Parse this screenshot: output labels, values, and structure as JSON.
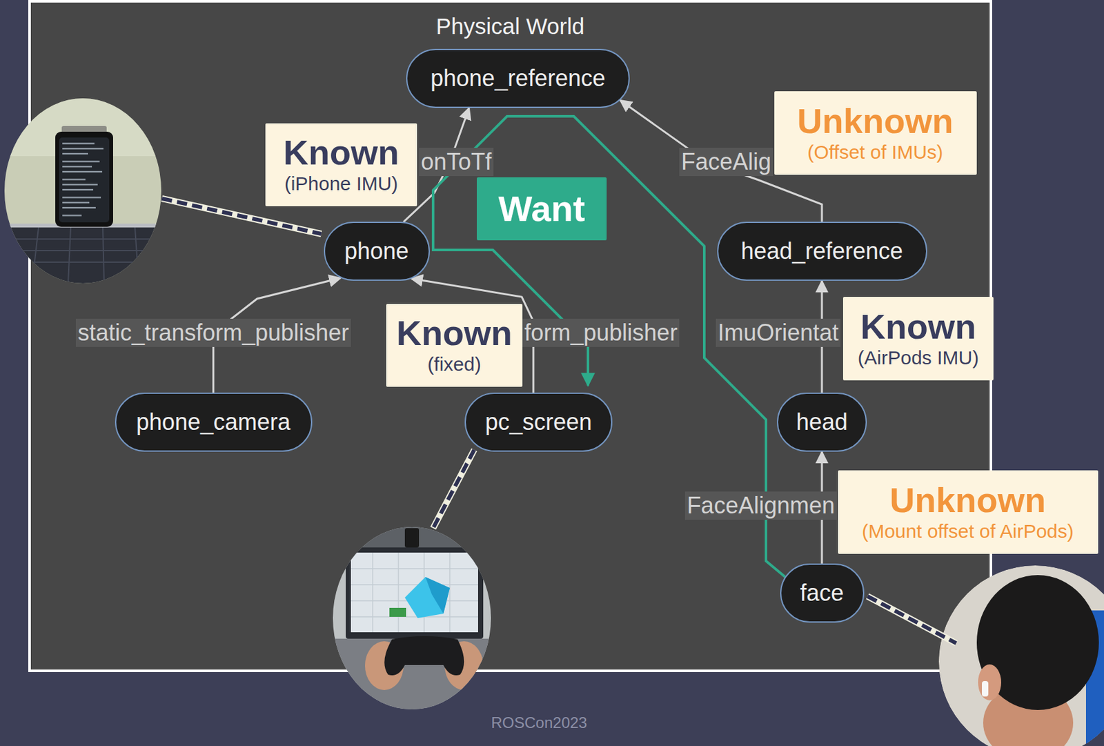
{
  "diagram": {
    "nodes": [
      {
        "text": [
          "Physical World"
        ]
      },
      {
        "text": [
          "phone_reference"
        ],
        "in": 0
      },
      {
        "text": [
          "Known",
          "(iPhone IMU)"
        ],
        "in": 0
      },
      {
        "text": [
          "Want"
        ],
        "in": 0
      },
      {
        "text": [
          "Unknown",
          "(Offset of IMUs)"
        ],
        "in": 0
      },
      {
        "text": [
          "phone"
        ],
        "in": 0
      },
      {
        "text": [
          "head_reference"
        ],
        "in": 0
      },
      {
        "text": [
          "Known",
          "(fixed)"
        ],
        "in": 0
      },
      {
        "text": [
          "Known",
          "(AirPods IMU)"
        ]
      },
      {
        "text": [
          "phone_camera"
        ],
        "in": 0
      },
      {
        "text": [
          "pc_screen"
        ],
        "in": 0
      },
      {
        "text": [
          "head"
        ],
        "in": 0
      },
      {
        "text": [
          "Unknown",
          "(Mount offset of AirPods)"
        ]
      },
      {
        "text": [
          "face"
        ],
        "in": 0
      }
    ],
    "edges": [
      {
        "from": 5,
        "to": 1,
        "label": "onToTf",
        "arrow": "to"
      },
      {
        "from": 9,
        "to": 5,
        "label": "static_transform_publisher",
        "arrow": "to"
      },
      {
        "from": 10,
        "to": 5,
        "label": "form_publisher",
        "arrow": "to"
      },
      {
        "from": 6,
        "to": 1,
        "label": "FaceAlig",
        "arrow": "to"
      },
      {
        "from": 11,
        "to": 6,
        "label": "ImuOrientat",
        "arrow": "to"
      },
      {
        "from": 13,
        "to": 11,
        "label": "FaceAlignmen",
        "arrow": "to"
      }
    ],
    "labels": [
      "ROSCon2023"
    ]
  }
}
